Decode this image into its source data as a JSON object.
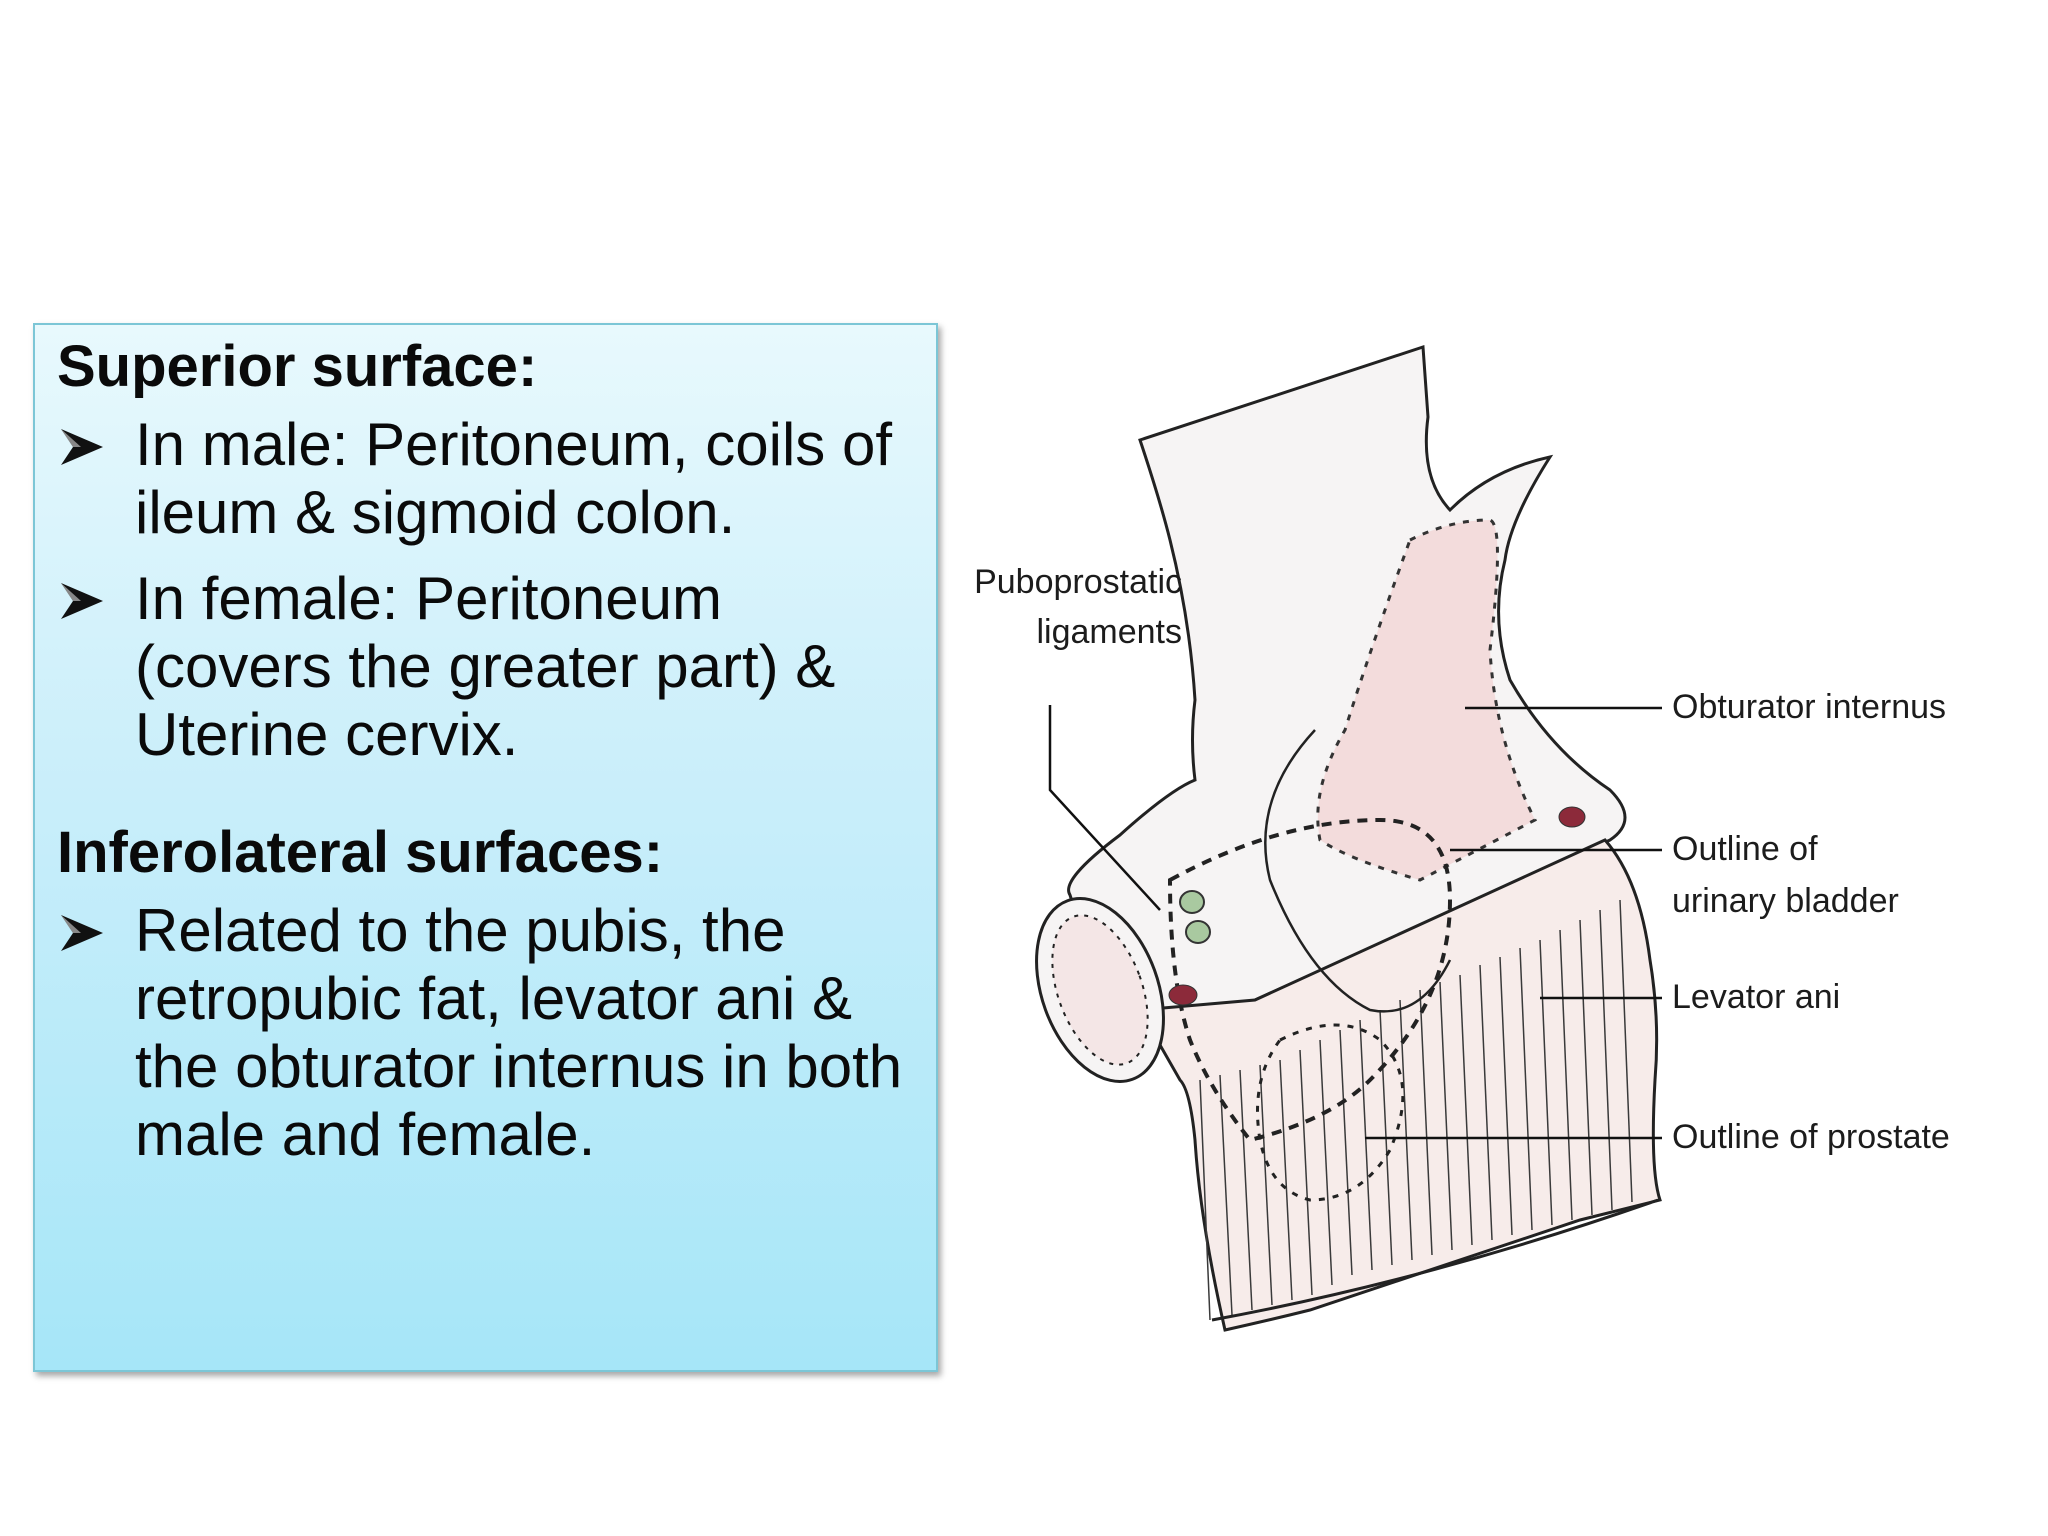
{
  "superior": {
    "heading": "Superior surface:",
    "bullets": [
      "In male: Peritoneum, coils of ileum & sigmoid colon.",
      "In female: Peritoneum (covers the greater part) & Uterine cervix."
    ]
  },
  "inferolateral": {
    "heading": "Inferolateral surfaces:",
    "bullets": [
      "Related to the pubis, the retropubic fat, levator ani & the obturator internus in both male and female."
    ]
  },
  "figure": {
    "labels": {
      "puboprostatic_1": "Puboprostatic",
      "puboprostatic_2": "ligaments",
      "obturator_internus": "Obturator internus",
      "outline_bladder_1": "Outline of",
      "outline_bladder_2": "urinary bladder",
      "levator_ani": "Levator ani",
      "outline_prostate": "Outline of prostate"
    }
  },
  "colors": {
    "box_top": "#e8f9fd",
    "box_bottom": "#a6e6f8",
    "box_border": "#7cc6d6",
    "tissue_fill": "#f7ecea",
    "ligament_green": "#a9c9a0",
    "vessel_red": "#8c2a3a"
  },
  "icons": {
    "bullet": "arrowhead-bullet-icon"
  }
}
